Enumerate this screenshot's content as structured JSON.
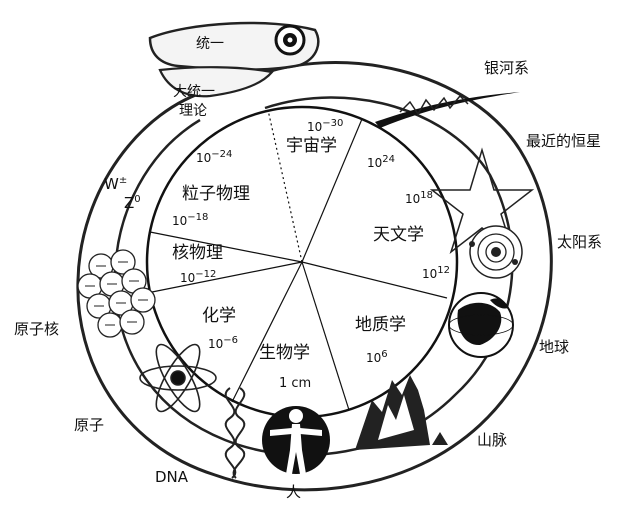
{
  "labels": {
    "unified": "统一",
    "grand_unified_line1": "大统一",
    "grand_unified_line2": "理论",
    "galaxy": "银河系",
    "nearest_star": "最近的恒星",
    "solar_system": "太阳系",
    "earth": "地球",
    "mountains": "山脉",
    "human": "人",
    "dna": "DNA",
    "atom": "原子",
    "nucleus": "原子核",
    "w_boson_base": "W",
    "w_boson_sup": "±",
    "z_boson_base": "Z",
    "z_boson_sup": "0"
  },
  "sectors": {
    "cosmology": "宇宙学",
    "astronomy": "天文学",
    "geology": "地质学",
    "biology": "生物学",
    "chemistry": "化学",
    "nuclear_physics": "核物理",
    "particle_physics": "粒子物理"
  },
  "scales": {
    "e_minus30_base": "10",
    "e_minus30_exp": "−30",
    "e24_base": "10",
    "e24_exp": "24",
    "e18_base": "10",
    "e18_exp": "18",
    "e12_base": "10",
    "e12_exp": "12",
    "e6_base": "10",
    "e6_exp": "6",
    "one_cm": "1 cm",
    "e_minus6_base": "10",
    "e_minus6_exp": "−6",
    "e_minus12_base": "10",
    "e_minus12_exp": "−12",
    "e_minus18_base": "10",
    "e_minus18_exp": "−18",
    "e_minus24_base": "10",
    "e_minus24_exp": "−24"
  }
}
